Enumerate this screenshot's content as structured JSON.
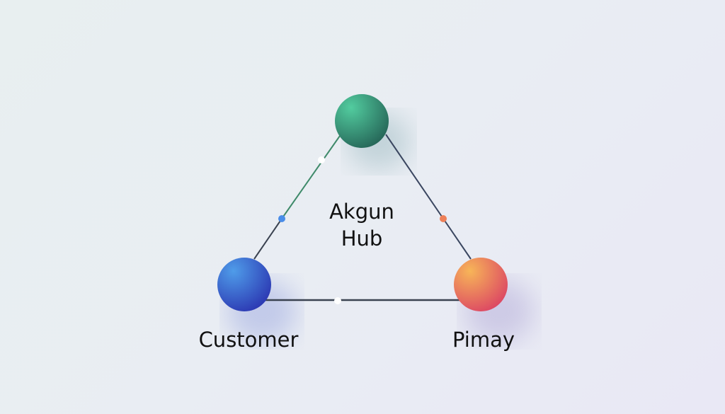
{
  "hub": {
    "line1": "Akgun",
    "line2": "Hub"
  },
  "nodes": [
    {
      "id": "top",
      "label": "",
      "color_light": "#4fc99c",
      "color_dark": "#2a6a5a"
    },
    {
      "id": "customer",
      "label": "Customer",
      "color_light": "#4f9ae8",
      "color_dark": "#2f3fb8"
    },
    {
      "id": "pimay",
      "label": "Pimay",
      "color_light": "#f6b157",
      "color_dark": "#e04e62"
    }
  ],
  "colors": {
    "edge_dark": "#3a4250",
    "edge_green": "#3f8a6a",
    "dot_blue": "#4a8de8",
    "dot_orange": "#ee8058",
    "dot_white": "#ffffff"
  }
}
